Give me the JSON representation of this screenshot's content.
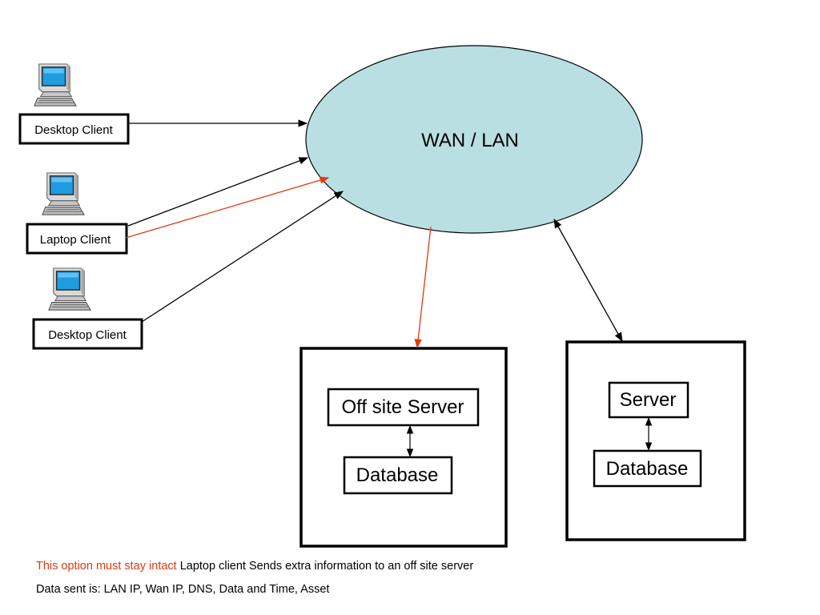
{
  "network": {
    "label": "WAN / LAN",
    "fill_color": "#b9dfe2"
  },
  "clients": [
    {
      "label": "Desktop Client",
      "icon": "desktop-computer-icon"
    },
    {
      "label": "Laptop Client",
      "icon": "desktop-computer-icon"
    },
    {
      "label": "Desktop Client",
      "icon": "desktop-computer-icon"
    }
  ],
  "offsite": {
    "server_label": "Off site Server",
    "database_label": "Database"
  },
  "local": {
    "server_label": "Server",
    "database_label": "Database"
  },
  "notes": {
    "highlight": "This option must stay intact",
    "line1_rest": " Laptop client Sends extra information to an off site server",
    "line2": "Data sent is: LAN IP, Wan IP, DNS, Data and Time, Asset"
  },
  "colors": {
    "highlight_arrow": "#e03a10",
    "default_arrow": "#000000"
  }
}
